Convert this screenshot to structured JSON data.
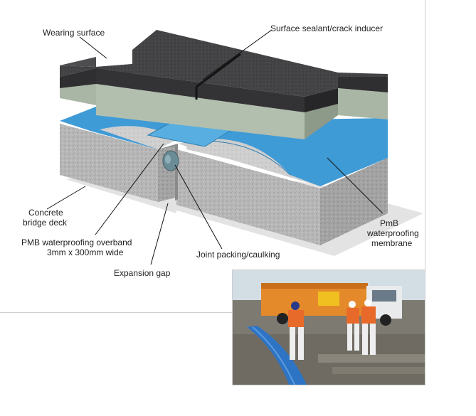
{
  "labels": {
    "wearing_surface": "Wearing surface",
    "surface_sealant": "Surface sealant/crack inducer",
    "concrete_line1": "Concrete",
    "concrete_line2": "bridge deck",
    "overband_line1": "PMB waterproofing overband",
    "overband_line2": "3mm x 300mm wide",
    "expansion_gap": "Expansion gap",
    "joint_packing": "Joint packing/caulking",
    "pmb_line1": "PmB",
    "pmb_line2": "waterproofing",
    "pmb_line3": "membrane"
  },
  "colors": {
    "asphalt": "#3a3a3c",
    "asphalt_top": "#4a4a4d",
    "screed": "#a9b5a4",
    "membrane": "#3f9bd6",
    "concrete": "#b9b9b9",
    "leader": "#111111"
  }
}
